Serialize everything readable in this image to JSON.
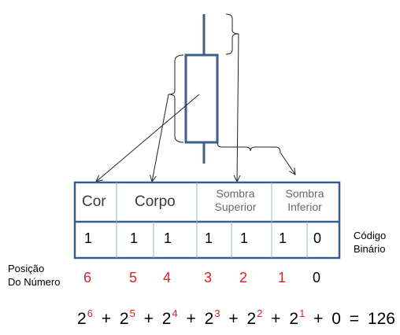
{
  "headers": {
    "cor": "Cor",
    "corpo": "Corpo",
    "sombra_superior_line1": "Sombra",
    "sombra_superior_line2": "Superior",
    "sombra_inferior_line1": "Sombra",
    "sombra_inferior_line2": "Inferior"
  },
  "bits": [
    "1",
    "1",
    "1",
    "1",
    "1",
    "1",
    "0"
  ],
  "side_label": {
    "line1": "Código",
    "line2": "Binário"
  },
  "position_label": {
    "line1": "Posição",
    "line2": "Do Número"
  },
  "positions": [
    "6",
    "5",
    "4",
    "3",
    "2",
    "1",
    "0"
  ],
  "formula": {
    "base": "2",
    "exponents": [
      "6",
      "5",
      "4",
      "3",
      "2",
      "1"
    ],
    "plus": "+",
    "zero": "0",
    "equals": "=",
    "result": "126"
  },
  "colors": {
    "candle": "#3a5f8f",
    "table_border": "#3a5f8f",
    "highlight_red": "#e0201f"
  }
}
